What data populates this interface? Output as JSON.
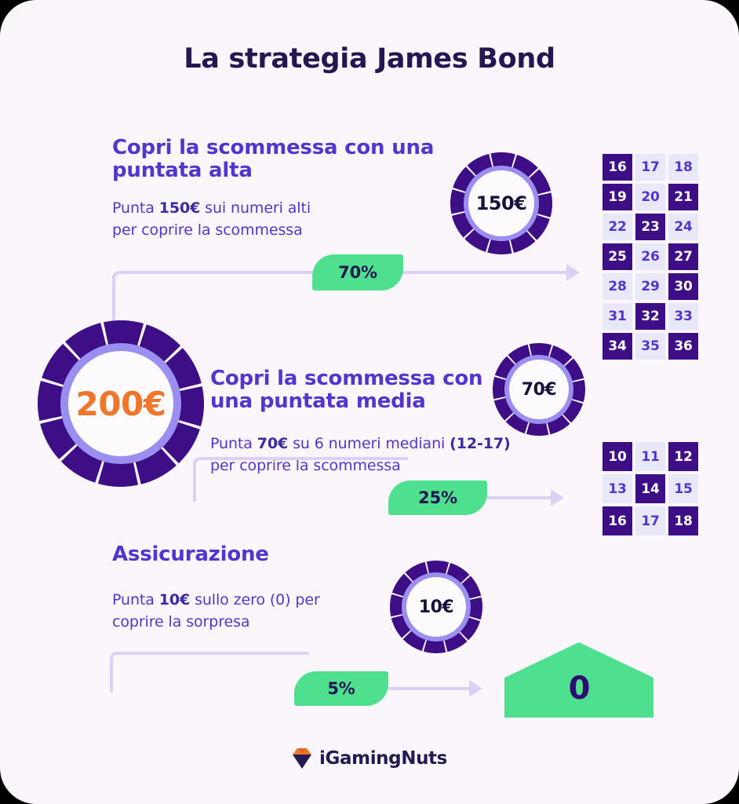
{
  "page": {
    "title": "La strategia James Bond",
    "background_color": "#faf6fb",
    "accent_purple": "#5235cf",
    "accent_dark": "#231651",
    "accent_orange": "#f0762b",
    "accent_green": "#4ee08f",
    "chip_dark": "#3d0e86",
    "chip_ring": "#9a8ef0",
    "connector_color": "#ddd0f6"
  },
  "total_chip": {
    "label": "200€",
    "icon": "casino-chip-icon"
  },
  "sections": [
    {
      "id": "high-bet",
      "heading": "Copri la scommessa con una puntata alta",
      "body_pre": "Punta ",
      "body_bold": "150€",
      "body_post": " sui numeri alti",
      "body_line2": "per coprire la scommessa",
      "chip_label": "150€",
      "percentage": "70%"
    },
    {
      "id": "medium-bet",
      "heading": "Copri la scommessa con una puntata media",
      "body_pre": "Punta ",
      "body_bold": "70€",
      "body_mid": " su 6 numeri mediani ",
      "body_bold2": "(12-17)",
      "body_line2": "per coprire la scommessa",
      "chip_label": "70€",
      "percentage": "25%"
    },
    {
      "id": "insurance",
      "heading": "Assicurazione",
      "body_pre": "Punta ",
      "body_bold": "10€",
      "body_post": " sullo zero (0) per",
      "body_line2": "coprire la sorpresa",
      "chip_label": "10€",
      "percentage": "5%"
    }
  ],
  "grids": {
    "high": {
      "name": "numeri-alti-grid",
      "cells": [
        {
          "n": "16",
          "style": "dark"
        },
        {
          "n": "17",
          "style": "light"
        },
        {
          "n": "18",
          "style": "light"
        },
        {
          "n": "19",
          "style": "dark"
        },
        {
          "n": "20",
          "style": "light"
        },
        {
          "n": "21",
          "style": "dark"
        },
        {
          "n": "22",
          "style": "light"
        },
        {
          "n": "23",
          "style": "dark"
        },
        {
          "n": "24",
          "style": "light"
        },
        {
          "n": "25",
          "style": "dark"
        },
        {
          "n": "26",
          "style": "light"
        },
        {
          "n": "27",
          "style": "dark"
        },
        {
          "n": "28",
          "style": "light"
        },
        {
          "n": "29",
          "style": "light"
        },
        {
          "n": "30",
          "style": "dark"
        },
        {
          "n": "31",
          "style": "light"
        },
        {
          "n": "32",
          "style": "dark"
        },
        {
          "n": "33",
          "style": "light"
        },
        {
          "n": "34",
          "style": "dark"
        },
        {
          "n": "35",
          "style": "light"
        },
        {
          "n": "36",
          "style": "dark"
        }
      ]
    },
    "mid": {
      "name": "numeri-mediani-grid",
      "cells": [
        {
          "n": "10",
          "style": "dark"
        },
        {
          "n": "11",
          "style": "light"
        },
        {
          "n": "12",
          "style": "dark"
        },
        {
          "n": "13",
          "style": "light"
        },
        {
          "n": "14",
          "style": "dark"
        },
        {
          "n": "15",
          "style": "light"
        },
        {
          "n": "16",
          "style": "dark"
        },
        {
          "n": "17",
          "style": "light"
        },
        {
          "n": "18",
          "style": "dark"
        }
      ]
    }
  },
  "zero_pocket": {
    "label": "0"
  },
  "footer": {
    "logo_text": "iGamingNuts",
    "logo_icon": "gem-icon"
  }
}
